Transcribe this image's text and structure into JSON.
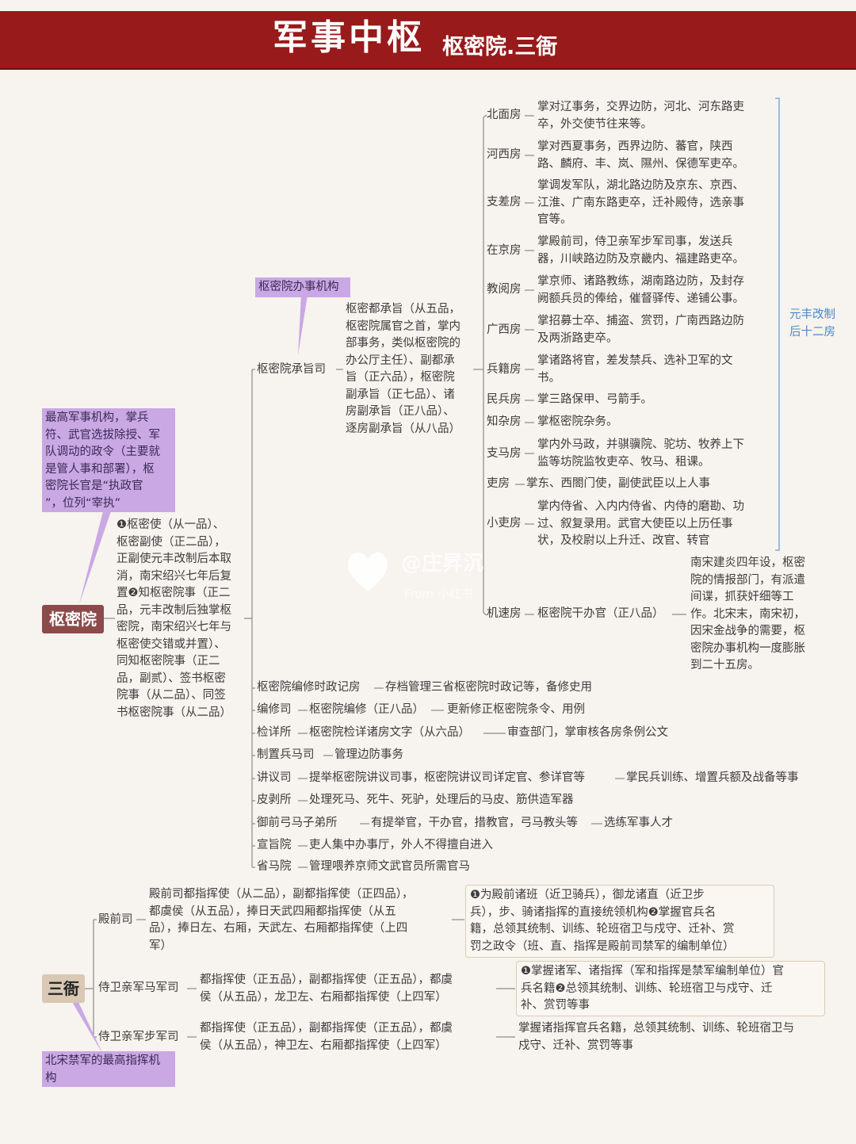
{
  "header": {
    "title": "军事中枢",
    "subtitle": "枢密院.三衙"
  },
  "shumiyuan": {
    "root": "枢密院",
    "note": "最高军事机构，掌兵\n符、武官选拔除授、军\n队调动的政令（主要就\n是管人事和部署），枢\n密院长官是“执政官\n”，位列“宰执”",
    "officials": "❶枢密使（从一品）、\n枢密副使（正二品），\n正副使元丰改制后本取\n消，南宋绍兴七年后复\n置❷知枢密院事（正二\n品，元丰改制后独掌枢\n密院，南宋绍兴七年与\n枢密使交错或并置）、\n同知枢密院事（正二\n品，副贰）、签书枢密\n院事（从二品）、同签\n书枢密院事（从二品）",
    "office_label": "枢密院办事机构",
    "chengzhisi": "枢密院承旨司",
    "chengzhi_desc": "枢密都承旨（从五品，\n枢密院属官之首，掌内\n部事务，类似枢密院的\n办公厅主任）、副都承\n旨（正六品），枢密院\n副承旨（正七品）、诸\n房副承旨（正八品）、\n逐房副承旨（从八品）",
    "rooms": [
      {
        "name": "北面房",
        "desc": "掌对辽事务，交界边防，河北、河东路吏\n卒，外交使节往来等。"
      },
      {
        "name": "河西房",
        "desc": "掌对西夏事务，西界边防、蕃官，陕西\n路、麟府、丰、岚、隰州、保德军吏卒。"
      },
      {
        "name": "支差房",
        "desc": "掌调发军队，湖北路边防及京东、京西、\n江淮、广南东路吏卒，迁补殿侍，选亲事\n官等。"
      },
      {
        "name": "在京房",
        "desc": "掌殿前司，侍卫亲军步军司事，发送兵\n器，川峡路边防及京畿内、福建路吏卒。"
      },
      {
        "name": "教阅房",
        "desc": "掌京师、诸路教练，湖南路边防，及封存\n阙额兵员的俸给，催督驿传、递铺公事。"
      },
      {
        "name": "广西房",
        "desc": "掌招募士卒、捕盗、赏罚，广南西路边防\n及两浙路吏卒。"
      },
      {
        "name": "兵籍房",
        "desc": "掌诸路将官，差发禁兵、选补卫军的文\n书。"
      },
      {
        "name": "民兵房",
        "desc": "掌三路保甲、弓箭手。"
      },
      {
        "name": "知杂房",
        "desc": "掌枢密院杂务。"
      },
      {
        "name": "支马房",
        "desc": "掌内外马政，并骐骥院、驼坊、牧养上下\n监等坊院监牧吏卒、牧马、租课。"
      },
      {
        "name": "吏房",
        "desc": "掌东、西閤门使，副使武臣以上人事"
      },
      {
        "name": "小吏房",
        "desc": "掌内侍省、入内内侍省、内侍的磨勘、功\n过、叙复录用。武官大使臣以上历任事\n状，及校尉以上升迁、改官、转官"
      }
    ],
    "rooms_note": "元丰改制\n后十二房",
    "jisu": {
      "name": "机速房",
      "mid": "枢密院干办官（正八品）",
      "desc": "南宋建炎四年设，枢密\n院的情报部门，有派遣\n间谍，抓获奸细等工\n作。北宋末，南宋初，\n因宋金战争的需要，枢\n密院办事机构一度膨胀\n到二十五房。"
    },
    "bureaus": [
      {
        "name": "枢密院编修时政记房",
        "text": "存档管理三省枢密院时政记等，备修史用"
      },
      {
        "name": "编修司",
        "text": "枢密院编修（正八品）",
        "text2": "更新修正枢密院条令、用例"
      },
      {
        "name": "检详所",
        "text": "枢密院检详诸房文字（从六品）",
        "text2": "审查部门，掌审核各房条例公文"
      },
      {
        "name": "制置兵马司",
        "text": "管理边防事务"
      },
      {
        "name": "讲议司",
        "text": "提举枢密院讲议司事，枢密院讲议司详定官、参详官等",
        "text2": "掌民兵训练、增置兵额及战备等事"
      },
      {
        "name": "皮剥所",
        "text": "处理死马、死牛、死驴，处理后的马皮、筋供造军器"
      },
      {
        "name": "御前弓马子弟所",
        "text": "有提举官，干办官，措教官，弓马教头等",
        "text2": "选练军事人才"
      },
      {
        "name": "宣旨院",
        "text": "吏人集中办事厅，外人不得擅自进入"
      },
      {
        "name": "省马院",
        "text": "管理喂养京师文武官员所需官马"
      }
    ]
  },
  "sanya": {
    "root": "三衙",
    "note": "北宋禁军的最高指挥机\n构",
    "units": [
      {
        "name": "殿前司",
        "officials": "殿前司都指挥使（从二品），副都指挥使（正四品），\n都虞侯（从五品），捧日天武四厢都指挥使（从五\n品），捧日左、右厢，天武左、右厢都指挥使（上四\n军）",
        "duty": "❶为殿前诸班（近卫骑兵），御龙诸直（近卫步\n兵），步、骑诸指挥的直接统领机构❷掌握官兵名\n籍，总领其统制、训练、轮班宿卫与戍守、迁补、赏\n罚之政令（班、直、指挥是殿前司禁军的编制单位）"
      },
      {
        "name": "侍卫亲军马军司",
        "officials": "都指挥使（正五品），副都指挥使（正五品），都虞\n侯（从五品），龙卫左、右厢都指挥使（上四军）",
        "duty": "❶掌握诸军、诸指挥（军和指挥是禁军编制单位）官\n兵名籍❷总领其统制、训练、轮班宿卫与戍守、迁\n补、赏罚等事"
      },
      {
        "name": "侍卫亲军步军司",
        "officials": "都指挥使（正五品），副都指挥使（正五品），都虞\n侯（从五品），神卫左、右厢都指挥使（上四军）",
        "duty": "掌握诸指挥官兵名籍，总领其统制、训练、轮班宿卫与\n戍守、迁补、赏罚等事"
      }
    ]
  },
  "watermark": {
    "name": "@庄昇沉",
    "from": "From 小红书"
  }
}
